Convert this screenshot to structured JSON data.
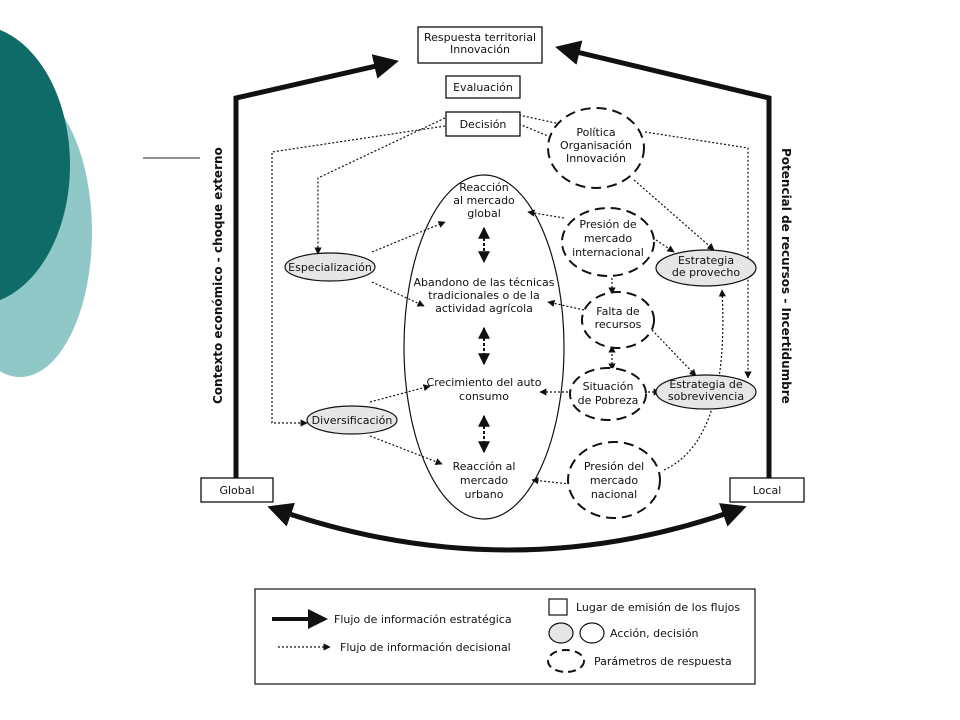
{
  "nodes": {
    "respuesta": [
      "Respuesta territorial",
      "Innovación"
    ],
    "evaluacion": [
      "Evaluación"
    ],
    "decision": [
      "Decisión"
    ],
    "politica": [
      "Política",
      "Organisación",
      "Innovación"
    ],
    "reaccion_global": [
      "Reacción",
      "al mercado",
      "global"
    ],
    "abandono": [
      "Abandono de las técnicas",
      "tradicionales o de la",
      "actividad agrícola"
    ],
    "crecimiento": [
      "Crecimiento del auto",
      "consumo"
    ],
    "reaccion_urbano": [
      "Reacción al",
      "mercado",
      "urbano"
    ],
    "especializacion": [
      "Especialización"
    ],
    "diversificacion": [
      "Diversificación"
    ],
    "presion_internacional": [
      "Presión de",
      "mercado",
      "internacional"
    ],
    "falta_recursos": [
      "Falta de",
      "recursos"
    ],
    "situacion_pobreza": [
      "Situación",
      "de Pobreza"
    ],
    "presion_nacional": [
      "Presión del",
      "mercado",
      "nacional"
    ],
    "estrategia_provecho": [
      "Estrategia",
      "de provecho"
    ],
    "estrategia_sobrevivencia": [
      "Estrategia de",
      "sobrevivencia"
    ],
    "global": [
      "Global"
    ],
    "local": [
      "Local"
    ]
  },
  "side_labels": {
    "left": "Contexto económico - choque externo",
    "right": "Potencial de recursos - Incertidumbre"
  },
  "legend": {
    "strategic_flow": "Flujo de información estratégica",
    "decisional_flow": "Flujo de información decisional",
    "emission_place": "Lugar de emisión de los flujos",
    "action_decision": "Acción, decisión",
    "response_params": "Parámetros de respuesta"
  },
  "colors": {
    "accent_dark": "#0f6b68",
    "accent_light": "#8fc8c6",
    "node_fill": "#e6e6e6",
    "ink": "#111111"
  }
}
